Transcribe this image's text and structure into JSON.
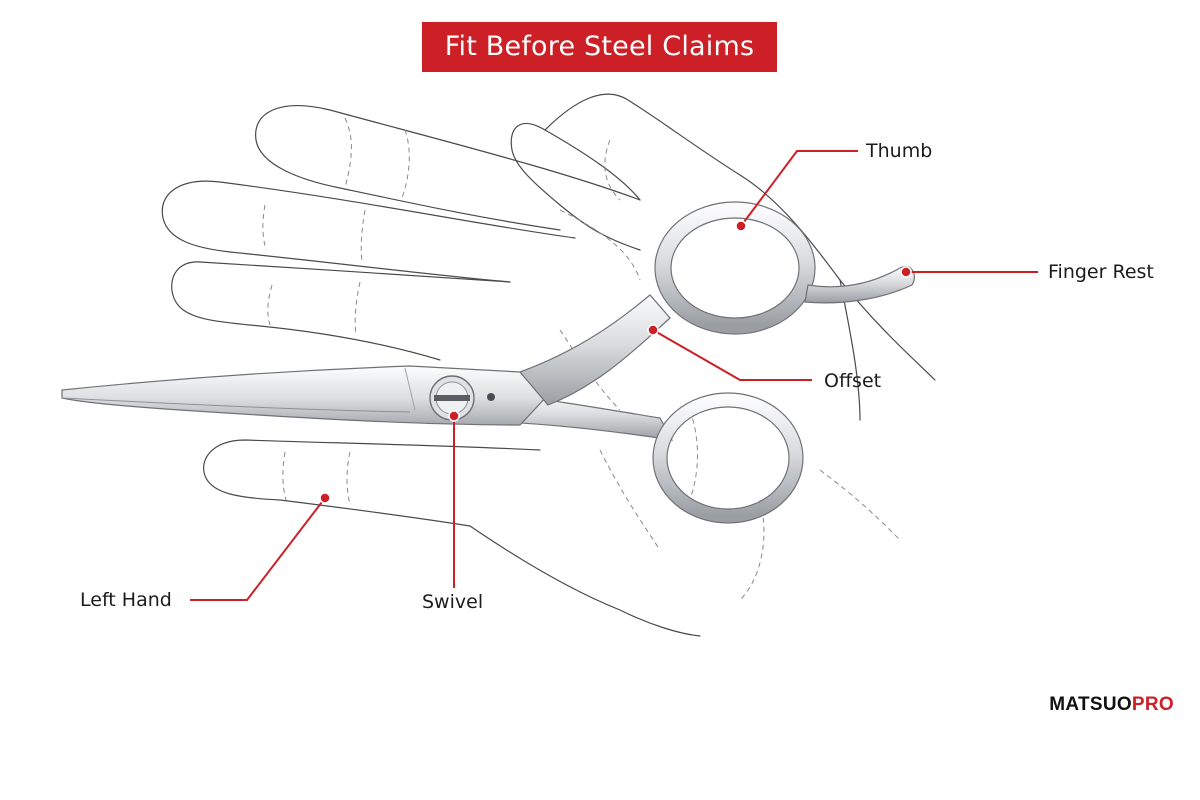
{
  "title": "Fit Before Steel Claims",
  "callouts": {
    "thumb": "Thumb",
    "finger_rest": "Finger Rest",
    "offset": "Offset",
    "left_hand": "Left Hand",
    "swivel": "Swivel"
  },
  "brand": {
    "part_1": "MATSUO",
    "part_2": "PRO"
  },
  "colors": {
    "accent_red": "#cc1f26",
    "steel_light": "#f2f3f5",
    "steel_dark": "#8d9197"
  }
}
